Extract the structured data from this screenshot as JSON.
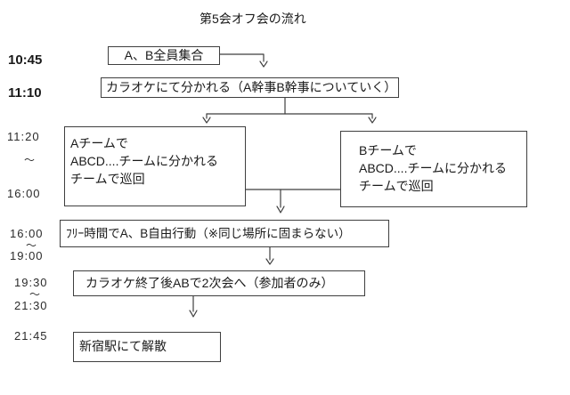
{
  "title": "第5会オフ会の流れ",
  "colors": {
    "background": "#ffffff",
    "line": "#3f3f3f",
    "text": "#1a1a1a"
  },
  "times": {
    "range_separator": "～",
    "gather": "10:45",
    "split": "11:10",
    "teams_start": "11:20",
    "teams_end": "16:00",
    "free_start": "16:00",
    "free_end": "19:00",
    "afterparty_start": "19:30",
    "afterparty_end": "21:30",
    "disband": "21:45"
  },
  "nodes": {
    "gather": "A、B全員集合",
    "karaoke_split": "カラオケにて分かれる（A幹事B幹事についていく）",
    "team_a": {
      "line1": "Aチームで",
      "line2": "ABCD....チームに分かれる",
      "line3": "チームで巡回"
    },
    "team_b": {
      "line1": "Bチームで",
      "line2": "ABCD....チームに分かれる",
      "line3": "チームで巡回"
    },
    "free_time": "ﾌﾘｰ時間でA、B自由行動（※同じ場所に固まらない）",
    "afterparty": "カラオケ終了後ABで2次会へ（参加者のみ）",
    "disband": "新宿駅にて解散"
  }
}
